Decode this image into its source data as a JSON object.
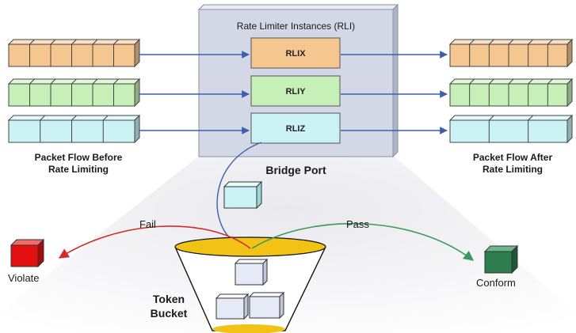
{
  "rli_box": {
    "title": "Rate Limiter Instances (RLI)",
    "port_label": "Bridge Port"
  },
  "instances": [
    {
      "label": "RLIX",
      "color": "#f6c690"
    },
    {
      "label": "RLIY",
      "color": "#c6f0b8"
    },
    {
      "label": "RLIZ",
      "color": "#cbf3f6"
    }
  ],
  "flows": {
    "before_label_line1": "Packet Flow Before",
    "before_label_line2": "Rate Limiting",
    "after_label_line1": "Packet Flow After",
    "after_label_line2": "Rate Limiting"
  },
  "bucket": {
    "label_line1": "Token",
    "label_line2": "Bucket"
  },
  "outcomes": {
    "fail_label": "Fail",
    "pass_label": "Pass",
    "violate_label": "Violate",
    "conform_label": "Conform",
    "violate_color": "#e21010",
    "conform_color": "#2e7d4f"
  },
  "colors": {
    "panel": "#d4d8e6",
    "arrow_blue": "#3b5fb0",
    "arrow_red": "#d42a2a",
    "arrow_green": "#3a9a5a",
    "token_yellow": "#f2c316"
  }
}
